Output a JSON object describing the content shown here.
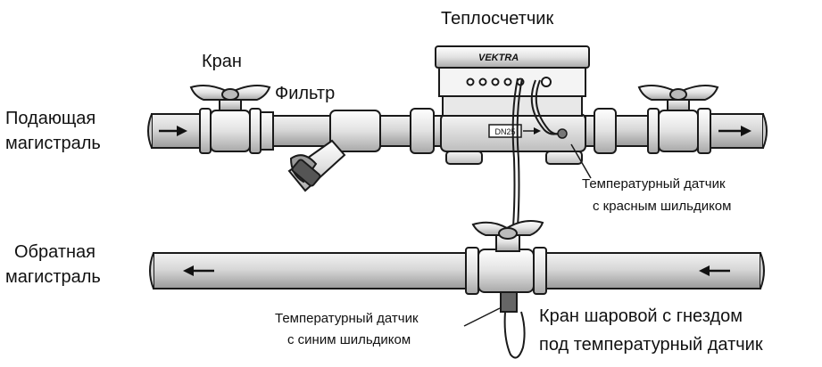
{
  "labels": {
    "heat_meter": "Теплосчетчик",
    "valve": "Кран",
    "filter": "Фильтр",
    "supply_line_1": "Подающая",
    "supply_line_2": "магистраль",
    "return_line_1": "Обратная",
    "return_line_2": "магистраль",
    "red_sensor_1": "Температурный датчик",
    "red_sensor_2": "с красным шильдиком",
    "blue_sensor_1": "Температурный датчик",
    "blue_sensor_2": "с синим шильдиком",
    "ball_valve_1": "Кран шаровой с гнездом",
    "ball_valve_2": "под температурный датчик",
    "brand": "VEKTRA",
    "dn": "DN25"
  },
  "colors": {
    "pipe_fill": "#d4d4d4",
    "fitting_fill": "#e6e6e6",
    "stroke": "#1a1a1a"
  }
}
